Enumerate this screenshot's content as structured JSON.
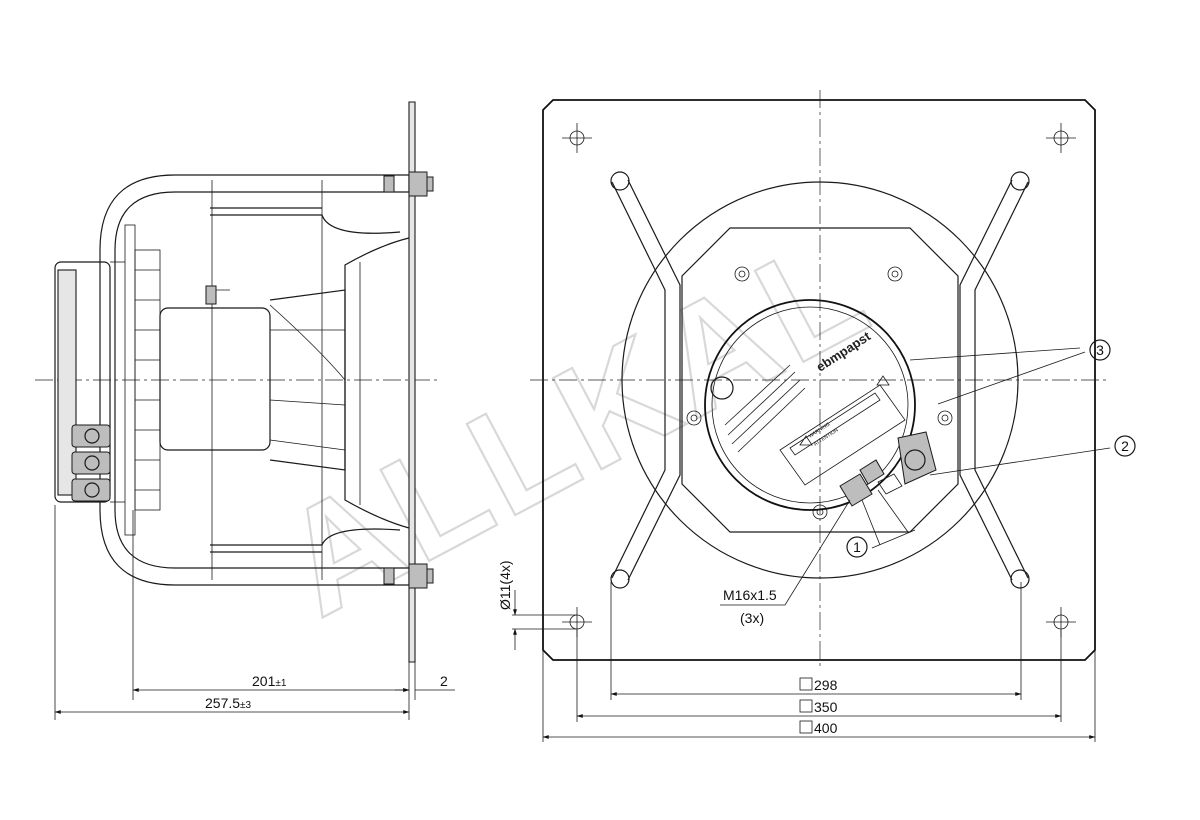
{
  "watermark": "ALLKAL",
  "brand": "ebmpapst",
  "side_view": {
    "dim_201": "201",
    "dim_201_tol": "±1",
    "dim_2575": "257.5",
    "dim_2575_tol": "±3",
    "dim_2": "2"
  },
  "front_view": {
    "hole_dia": "Ø11(4x)",
    "thread": "M16x1.5",
    "thread_qty": "(3x)",
    "dim_298": "298",
    "dim_350": "350",
    "dim_400": "400",
    "callout_1": "1",
    "callout_2": "2",
    "callout_3": "3",
    "label_warning": "WARNING",
    "label_attention": "ATTENTION"
  }
}
